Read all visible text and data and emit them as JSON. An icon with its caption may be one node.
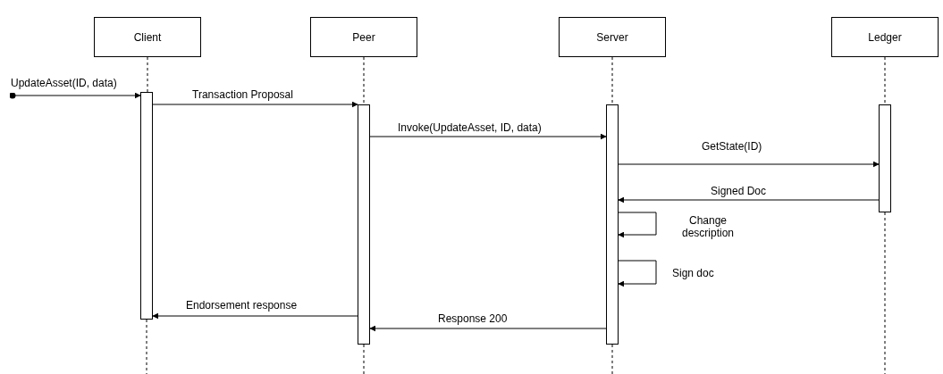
{
  "diagram": {
    "nodes": [
      {
        "text": [
          "Client"
        ]
      },
      {
        "text": [
          "Peer"
        ]
      },
      {
        "text": [
          "Server"
        ]
      },
      {
        "text": [
          "Ledger"
        ]
      },
      {
        "text": [],
        "shape": "bar"
      },
      {
        "text": [],
        "shape": "bar"
      },
      {
        "text": [],
        "shape": "bar"
      },
      {
        "text": [],
        "shape": "bar"
      }
    ],
    "edges": [
      {
        "from": 0,
        "to": 4,
        "arrow": "none",
        "style": "dashed"
      },
      {
        "from": 1,
        "to": 5,
        "arrow": "none",
        "style": "dashed"
      },
      {
        "from": 2,
        "to": 6,
        "arrow": "none",
        "style": "dashed"
      },
      {
        "from": 3,
        "to": 7,
        "arrow": "none",
        "style": "dashed"
      },
      {
        "from": null,
        "to": 4,
        "arrow": "to",
        "label": "UpdateAsset(ID, data)"
      },
      {
        "from": 4,
        "to": 5,
        "arrow": "to",
        "label": "Transaction Proposal"
      },
      {
        "from": 5,
        "to": 6,
        "arrow": "to",
        "label": "Invoke(UpdateAsset, ID, data)"
      },
      {
        "from": 6,
        "to": 7,
        "arrow": "to",
        "label": "GetState(ID)"
      },
      {
        "from": 7,
        "to": 6,
        "arrow": "to",
        "label": "Signed Doc"
      },
      {
        "from": 6,
        "to": 6,
        "arrow": "to",
        "label": "Change description"
      },
      {
        "from": 6,
        "to": 6,
        "arrow": "to",
        "label": "Sign doc"
      },
      {
        "from": 6,
        "to": 5,
        "arrow": "to",
        "label": "Response 200"
      },
      {
        "from": 5,
        "to": 4,
        "arrow": "to",
        "label": "Endorsement response"
      }
    ]
  }
}
